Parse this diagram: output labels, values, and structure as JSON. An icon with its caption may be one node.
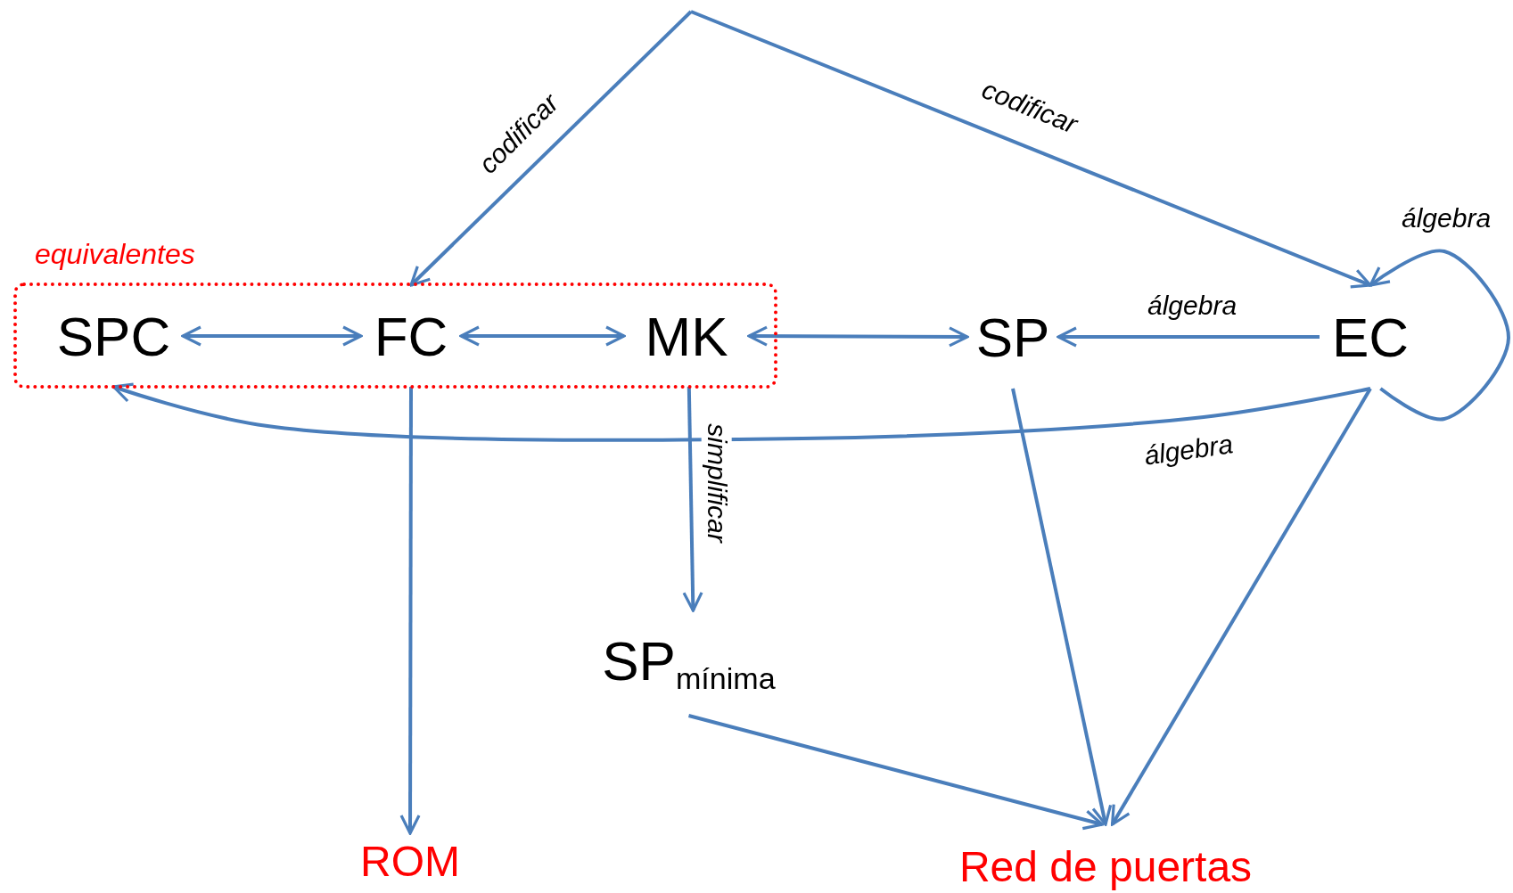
{
  "diagram": {
    "nodes": [
      {
        "text": [
          "equivalentes"
        ]
      },
      {
        "text": [
          "SPC"
        ],
        "in": 0
      },
      {
        "text": [
          "FC"
        ],
        "in": 0
      },
      {
        "text": [
          "MK"
        ],
        "in": 0
      },
      {
        "text": [
          "SP"
        ]
      },
      {
        "text": [
          "EC"
        ]
      },
      {
        "text": [
          "SP$_{mínima}$"
        ]
      },
      {
        "text": [
          "ROM"
        ]
      },
      {
        "text": [
          "Red de puertas"
        ]
      }
    ],
    "edges": [
      {
        "from": null,
        "to": 2,
        "arrow": "to",
        "label": "codificar"
      },
      {
        "from": null,
        "to": 5,
        "arrow": "to",
        "label": "codificar"
      },
      {
        "from": 1,
        "to": 2,
        "arrow": "both"
      },
      {
        "from": 2,
        "to": 3,
        "arrow": "both"
      },
      {
        "from": 3,
        "to": 4,
        "arrow": "both"
      },
      {
        "from": 5,
        "to": 4,
        "arrow": "to",
        "label": "álgebra"
      },
      {
        "from": 5,
        "to": 5,
        "arrow": "to",
        "label": "álgebra"
      },
      {
        "from": 5,
        "to": 1,
        "arrow": "to",
        "label": "álgebra"
      },
      {
        "from": 3,
        "to": 6,
        "arrow": "to",
        "label": "simplificar"
      },
      {
        "from": 2,
        "to": 7,
        "arrow": "to"
      },
      {
        "from": 6,
        "to": 8,
        "arrow": "to"
      },
      {
        "from": 4,
        "to": 8,
        "arrow": "to"
      },
      {
        "from": 5,
        "to": 8,
        "arrow": "to"
      }
    ]
  }
}
